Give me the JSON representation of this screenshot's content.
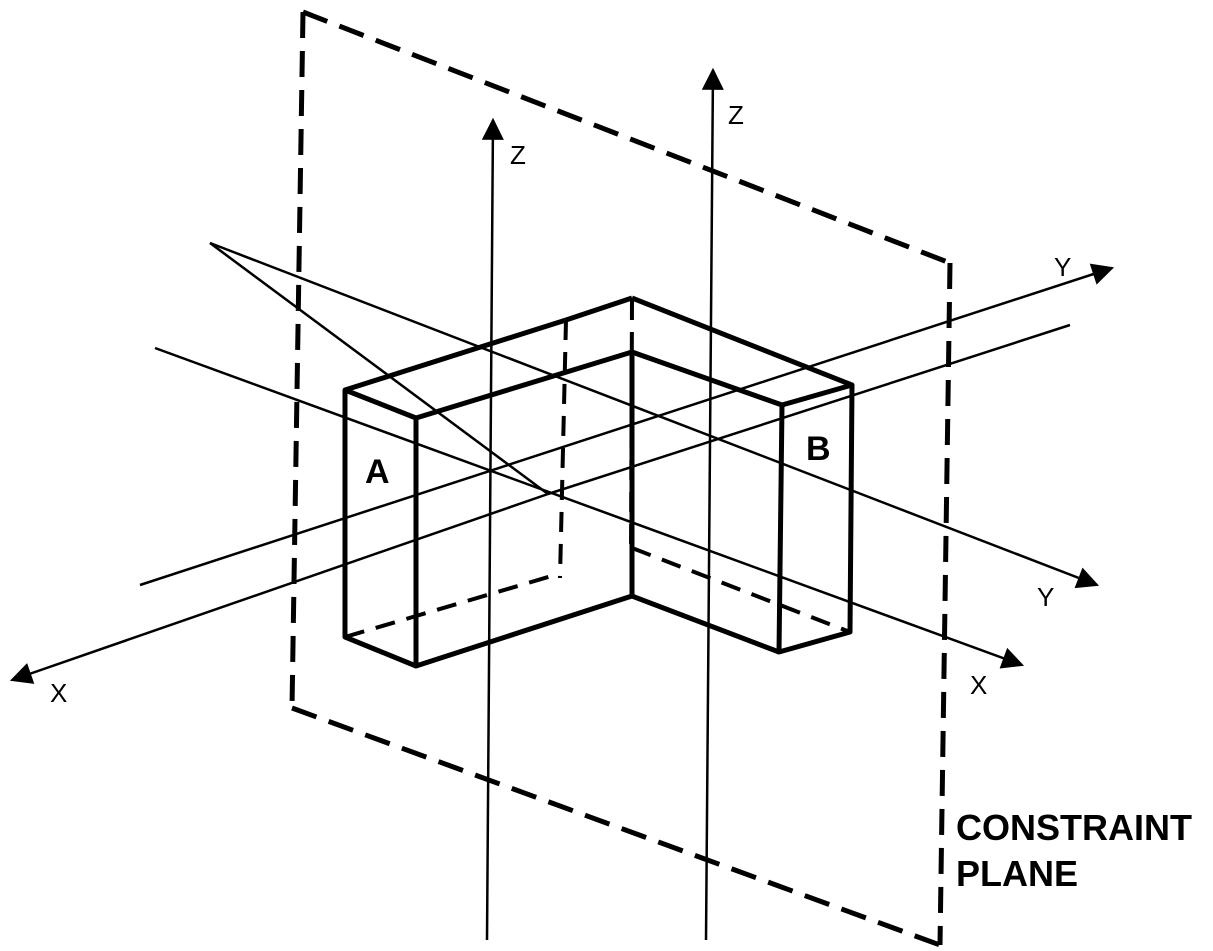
{
  "labels": {
    "block_a": "A",
    "block_b": "B",
    "axis_a_z": "Z",
    "axis_a_x": "X",
    "axis_a_y": "Y",
    "axis_b_z": "Z",
    "axis_b_x": "X",
    "axis_b_y": "Y",
    "plane_line1": "CONSTRAINT",
    "plane_line2": "PLANE"
  },
  "colors": {
    "ink": "#000000",
    "background": "#ffffff"
  }
}
